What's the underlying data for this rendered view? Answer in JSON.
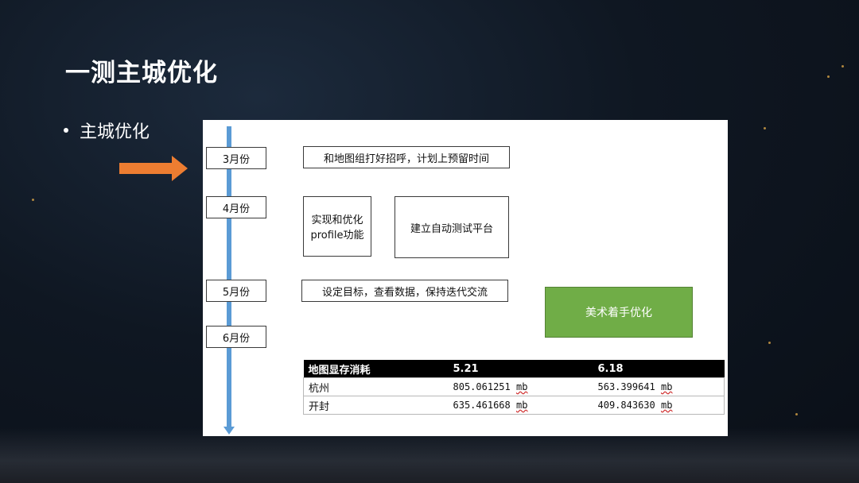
{
  "slide": {
    "title": "一测主城优化",
    "bullet": "主城优化"
  },
  "timeline": {
    "months": [
      "3月份",
      "4月份",
      "5月份",
      "6月份"
    ],
    "tasks": {
      "march": "和地图组打好招呼，计划上预留时间",
      "april_a": "实现和优化profile功能",
      "april_b": "建立自动测试平台",
      "may": "设定目标，查看数据，保持迭代交流",
      "art": "美术着手优化"
    }
  },
  "table": {
    "headers": [
      "地图显存消耗",
      "5.21",
      "6.18"
    ],
    "rows": [
      {
        "name": "杭州",
        "v1": "805.061251",
        "v2": "563.399641"
      },
      {
        "name": "开封",
        "v1": "635.461668",
        "v2": "409.843630"
      }
    ],
    "unit": "mb"
  },
  "colors": {
    "timeline": "#5b9bd5",
    "arrow": "#ed7d31",
    "art_box": "#70ad47"
  }
}
